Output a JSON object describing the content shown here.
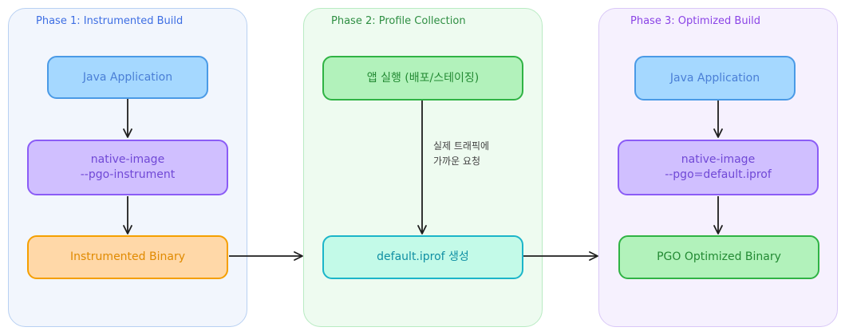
{
  "phases": [
    {
      "title": "Phase 1: Instrumented Build",
      "fill": "#f2f6fd",
      "stroke": "#b8d0f2",
      "title_color": "#3d6ee3",
      "nodes": [
        {
          "lines": [
            "Java Application"
          ]
        },
        {
          "lines": [
            "native-image",
            "--pgo-instrument"
          ]
        },
        {
          "lines": [
            "Instrumented Binary"
          ]
        }
      ]
    },
    {
      "title": "Phase 2: Profile Collection",
      "fill": "#eefbf0",
      "stroke": "#b9ebc3",
      "title_color": "#2f8f43",
      "nodes": [
        {
          "lines": [
            "앱 실행 (배포/스테이징)"
          ]
        },
        {
          "lines": [
            "default.iprof 생성"
          ]
        }
      ],
      "edge_label": [
        "실제 트래픽에",
        "가까운 요청"
      ]
    },
    {
      "title": "Phase 3: Optimized Build",
      "fill": "#f6f1fe",
      "stroke": "#d9c8f7",
      "title_color": "#8b44e6",
      "nodes": [
        {
          "lines": [
            "Java Application"
          ]
        },
        {
          "lines": [
            "native-image",
            "--pgo=default.iprof"
          ]
        },
        {
          "lines": [
            "PGO Optimized Binary"
          ]
        }
      ]
    }
  ],
  "colors": {
    "blue_fill": "#a5d8ff",
    "blue_stroke": "#4a9ae6",
    "blue_text": "#4a7fd6",
    "purple_fill": "#d0bfff",
    "purple_stroke": "#8b5cf6",
    "purple_text": "#7048d6",
    "orange_fill": "#ffd8a8",
    "orange_stroke": "#f59f00",
    "orange_text": "#e08a00",
    "green_fill": "#b2f2bb",
    "green_stroke": "#2fb344",
    "green_text": "#238a33",
    "cyan_fill": "#c3fae8",
    "cyan_stroke": "#1bb5c9",
    "cyan_text": "#0f8fa3",
    "arrow": "#1e1e1e"
  }
}
